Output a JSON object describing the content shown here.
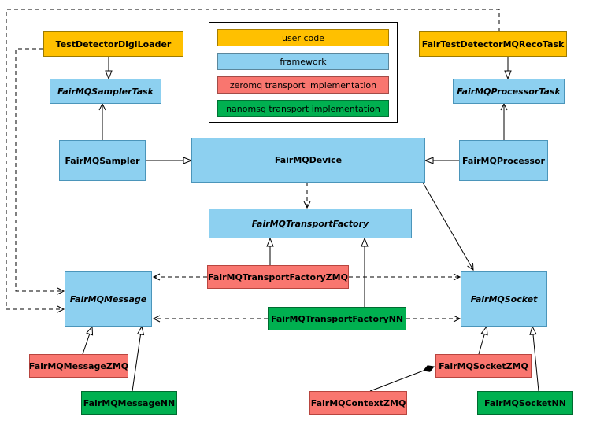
{
  "diagram": {
    "legend": {
      "items": [
        {
          "id": "user-code",
          "label": "user code",
          "color": "#ffc000"
        },
        {
          "id": "framework",
          "label": "framework",
          "color": "#8dd0f0"
        },
        {
          "id": "zeromq",
          "label": "zeromq transport implementation",
          "color": "#f9766f"
        },
        {
          "id": "nanomsg",
          "label": "nanomsg transport implementation",
          "color": "#00b050"
        }
      ]
    },
    "nodes": {
      "testDetectorDigiLoader": {
        "label": "TestDetectorDigiLoader",
        "category": "user code"
      },
      "fairTestDetectorMQRecoTask": {
        "label": "FairTestDetectorMQRecoTask",
        "category": "user code"
      },
      "fairMQSamplerTask": {
        "label": "FairMQSamplerTask",
        "category": "framework",
        "abstract": true
      },
      "fairMQProcessorTask": {
        "label": "FairMQProcessorTask",
        "category": "framework",
        "abstract": true
      },
      "fairMQSampler": {
        "label": "FairMQSampler",
        "category": "framework"
      },
      "fairMQDevice": {
        "label": "FairMQDevice",
        "category": "framework"
      },
      "fairMQProcessor": {
        "label": "FairMQProcessor",
        "category": "framework"
      },
      "fairMQTransportFactory": {
        "label": "FairMQTransportFactory",
        "category": "framework",
        "abstract": true
      },
      "fairMQTransportFactoryZMQ": {
        "label": "FairMQTransportFactoryZMQ",
        "category": "zeromq transport implementation"
      },
      "fairMQTransportFactoryNN": {
        "label": "FairMQTransportFactoryNN",
        "category": "nanomsg transport implementation"
      },
      "fairMQMessage": {
        "label": "FairMQMessage",
        "category": "framework",
        "abstract": true
      },
      "fairMQSocket": {
        "label": "FairMQSocket",
        "category": "framework",
        "abstract": true
      },
      "fairMQMessageZMQ": {
        "label": "FairMQMessageZMQ",
        "category": "zeromq transport implementation"
      },
      "fairMQMessageNN": {
        "label": "FairMQMessageNN",
        "category": "nanomsg transport implementation"
      },
      "fairMQSocketZMQ": {
        "label": "FairMQSocketZMQ",
        "category": "zeromq transport implementation"
      },
      "fairMQSocketNN": {
        "label": "FairMQSocketNN",
        "category": "nanomsg transport implementation"
      },
      "fairMQContextZMQ": {
        "label": "FairMQContextZMQ",
        "category": "zeromq transport implementation"
      }
    }
  }
}
